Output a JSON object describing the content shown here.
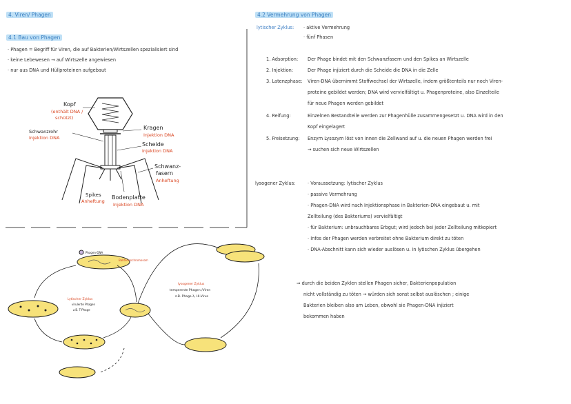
{
  "left": {
    "chapter": "4. Viren/ Phagen",
    "section": "4.1 Bau von Phagen",
    "bullets": [
      "· Phagen = Begriff für Viren, die auf Bakterien/Wirtszellen spezialisiert sind",
      "· keine Lebewesen → auf Wirtszelle angewiesen",
      "· nur aus DNA und Hüllproteinen aufgebaut"
    ],
    "diagram": {
      "kopf": "Kopf",
      "kopf_note1": "(enthält DNA /",
      "kopf_note2": "schützt)",
      "kragen": "Kragen",
      "kragen_note": "Injektion DNA",
      "scheide": "Scheide",
      "scheide_note": "Injektion DNA",
      "schwanzrohr": "Schwanzrohr",
      "schwanzrohr_note": "Injektion DNA",
      "fasern1": "Schwanz-",
      "fasern2": "fasern",
      "fasern_note": "Anheftung",
      "spikes": "Spikes",
      "spikes_note": "Anheftung",
      "bodenplatte": "Bodenplatte",
      "bodenplatte_note": "Injektion DNA"
    },
    "cycle": {
      "phagen_dna": "Phagen-DNA",
      "bakterienchromosom": "Bakterienchromosom",
      "lytic_title": "Lytischer Zyklus",
      "lytic_line2": "virulente Phagen",
      "lytic_line3": "z.B. T-Phage",
      "lysogenic_title": "lysogener Zyklus",
      "lysogenic_line2": "temperente Phagen /Viren",
      "lysogenic_line3": "z.B. Phage λ, HI-Virus"
    }
  },
  "right": {
    "section": "4.2 Vermehrung von Phagen",
    "lytic_label": "lytischer Zyklus:",
    "lytic_items": [
      "· aktive Vermehrung",
      "· fünf Phasen"
    ],
    "steps": [
      {
        "label": "1. Adsorption:",
        "lines": [
          "Der Phage bindet mit den Schwanzfasern und den Spikes an Wirtszelle"
        ]
      },
      {
        "label": "2. Injektion:",
        "lines": [
          "Der Phage injiziert durch die Scheide die DNA in die Zelle"
        ]
      },
      {
        "label": "3. Latenzphase:",
        "lines": [
          "Viren-DNA übernimmt Stoffwechsel der Wirtszelle, indem größtenteils nur noch Viren-",
          "proteine gebildet werden; DNA wird vervielfältigt u. Phagenproteine, also Einzelteile",
          "für neue Phagen werden gebildet"
        ]
      },
      {
        "label": "4. Reifung:",
        "lines": [
          "Einzelnen Bestandteile werden zur Phagenhülle zusammengesetzt u. DNA wird in den",
          "Kopf eingelagert"
        ]
      },
      {
        "label": "5. Freisetzung:",
        "lines": [
          "Enzym Lysozym löst von innen die Zellwand auf u. die neuen Phagen werden frei",
          "→ suchen sich neue Wirtszellen"
        ]
      }
    ],
    "lyso_label": "lysogener Zyklus:",
    "lyso_items": [
      "· Voraussetzung: lytischer Zyklus",
      "· passive Vermehrung",
      "· Phagen-DNA wird nach Injektionsphase in Bakterien-DNA eingebaut u. mit",
      "  Zellteilung (des Bakteriums) vervielfältigt",
      "· für Bakterium: unbrauchbares Erbgut; wird jedoch bei jeder Zellteilung mitkopiert",
      "· Infos der Phagen werden verbreitet ohne Bakterium direkt zu töten",
      "· DNA-Abschnitt kann sich wieder auslösen u. in lytischen Zyklus übergehen"
    ],
    "conclusion": [
      "⇒ durch die beiden Zyklen stellen Phagen sicher, Bakterienpopulation",
      "nicht vollständig zu töten → würden sich sonst selbst auslöschen ; einige",
      "Bakterien bleiben also am Leben, obwohl sie Phagen-DNA injiziert",
      "bekommen haben"
    ]
  }
}
